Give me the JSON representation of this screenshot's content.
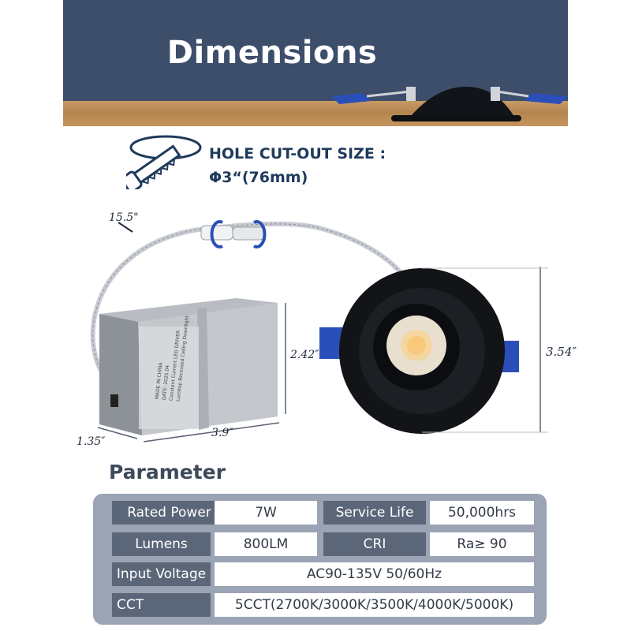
{
  "header": {
    "title": "Dimensions"
  },
  "hole_cutout": {
    "label": "HOLE CUT-OUT SIZE :",
    "value": "Φ3“(76mm)",
    "icon": "saw-cutting-hole-icon"
  },
  "dimensions": {
    "cable_length": "15.5\"",
    "driver_height": "2.42″",
    "driver_depth": "1.35″",
    "driver_width": "3.9″",
    "light_diameter": "3.54″"
  },
  "driver_label": {
    "made_in": "MADE IN CHINA",
    "date": "DATE: 2025.04",
    "name": "Constant Current LED DRIVER",
    "name2": "Lumitop Recessed Ceiling Downlight"
  },
  "parameter": {
    "title": "Parameter",
    "rows": [
      {
        "label1": "Rated Power",
        "value1": "7W",
        "label2": "Service Life",
        "value2": "50,000hrs"
      },
      {
        "label1": "Lumens",
        "value1": "800LM",
        "label2": "CRI",
        "value2": "Ra≥ 90"
      },
      {
        "label1": "Input Voltage",
        "value1": "AC90-135V   50/60Hz"
      },
      {
        "label1": "CCT",
        "value1": "5CCT(2700K/3000K/3500K/4000K/5000K)"
      }
    ]
  },
  "colors": {
    "banner": "#3d4e6b",
    "label_cell": "#5b6679",
    "panel": "#9aa4b4",
    "title_text": "#1f3a5c",
    "clip_blue": "#2a4fb8"
  }
}
